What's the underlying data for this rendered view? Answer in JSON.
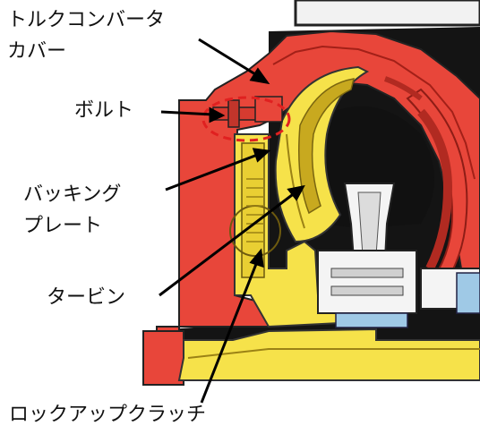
{
  "labels": {
    "converter_cover_line1": "トルクコンバータ",
    "converter_cover_line2": "カバー",
    "bolt": "ボルト",
    "backing_plate_line1": "バッキング",
    "backing_plate_line2": "プレート",
    "turbine": "タービン",
    "lockup_clutch": "ロックアップクラッチ"
  },
  "colors": {
    "cover_red": "#e8463a",
    "dark_interior": "#141414",
    "turbine_yellow": "#f6e24a",
    "turbine_dark_yellow": "#c8a91f",
    "highlight_circle": "#e02020",
    "arrow": "#000000",
    "white_parts": "#f4f4f4",
    "blue_parts": "#9fc9e6"
  }
}
